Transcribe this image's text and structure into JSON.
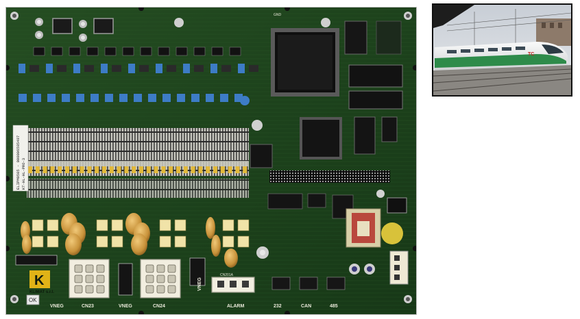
{
  "board": {
    "connectors": {
      "cn23": "CN23",
      "cn24": "CN24",
      "cn201a": "CN201A",
      "vneg_left": "VNEG",
      "vneg_mid": "VNEG",
      "vneg_right": "VNEG",
      "alarm": "ALARM",
      "port_232": "232",
      "port_can": "CAN",
      "port_485": "485",
      "gnd": "GND"
    },
    "button_label": "OK",
    "logo_text": "KLIMAT s.r.l.",
    "serial_sticker": [
      "ELIPM0505 - 000006585487",
      "KT-HL-HL-PRO-3"
    ]
  },
  "thumbnail": {
    "train_logo": "TC",
    "colors": {
      "train_body": "#f2f2f2",
      "train_stripe": "#2e8b4a",
      "sky": "#d8dde3"
    }
  }
}
